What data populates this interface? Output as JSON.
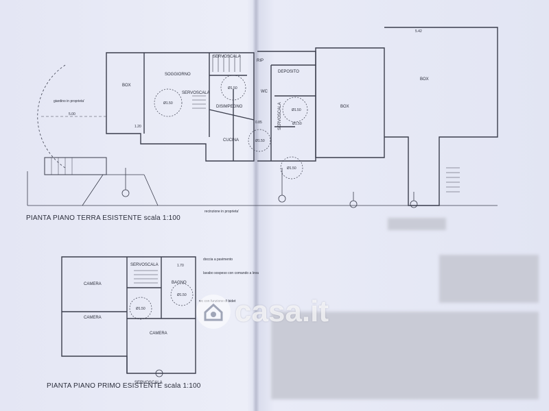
{
  "watermark": {
    "brand": "casa.it"
  },
  "ground_floor": {
    "title": "PIANTA PIANO TERRA ESISTENTE scala 1:100",
    "rooms": {
      "box_left": "BOX",
      "soggiorno": "SOGGIORNO",
      "servoscala_top": "SERVOSCALA",
      "servoscala_mid": "SERVOSCALA",
      "rip": "RIP",
      "wc": "WC",
      "deposito": "DEPOSITO",
      "disimpegno": "DISIMPEGNO",
      "cucina": "CUCINA",
      "box_center": "BOX",
      "box_right": "BOX",
      "servoscala_small": "SERVOSCALA"
    },
    "notes": {
      "giardino": "giardino in proprieta'",
      "recinzione": "recinzione in proprieta'",
      "dim_500": "5.00",
      "dim_542": "5.42",
      "circle_150_a": "Ø1.50",
      "circle_150_b": "Ø1.50",
      "circle_150_c": "Ø1.50",
      "circle_150_d": "Ø1.50",
      "circle_150_e": "Ø1.50",
      "circle_150_f": "Ø1.50",
      "dim_085": "0.85",
      "dim_120": "1.20"
    }
  },
  "first_floor": {
    "title": "PIANTA PIANO PRIMO ESISTENTE scala 1:100",
    "rooms": {
      "camera_1": "CAMERA",
      "camera_2": "CAMERA",
      "camera_3": "CAMERA",
      "servoscala": "SERVOSCALA",
      "bagno": "BAGNO",
      "servoscala_bottom": "SERVOSCALA"
    },
    "notes": {
      "doccia": "doccia a pavimento",
      "lavabo": "lavabo sospeso con comando a leva",
      "wc_note": "wc con funzione di bidet",
      "dim_170": "1.70",
      "circle_150_a": "Ø1.50",
      "circle_150_b": "Ø1.50"
    }
  }
}
